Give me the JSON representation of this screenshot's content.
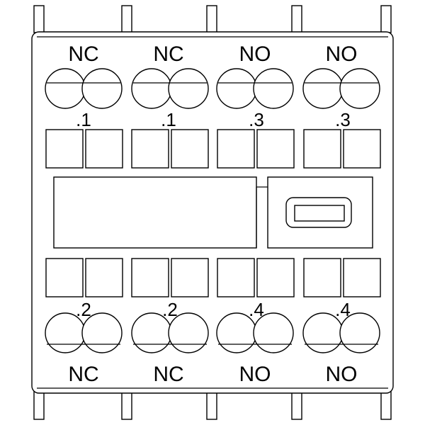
{
  "diagram": {
    "top_contacts": [
      {
        "type": "NC",
        "terminal": ".1"
      },
      {
        "type": "NC",
        "terminal": ".1"
      },
      {
        "type": "NO",
        "terminal": ".3"
      },
      {
        "type": "NO",
        "terminal": ".3"
      }
    ],
    "bottom_contacts": [
      {
        "type": "NC",
        "terminal": ".2"
      },
      {
        "type": "NC",
        "terminal": ".2"
      },
      {
        "type": "NO",
        "terminal": ".4"
      },
      {
        "type": "NO",
        "terminal": ".4"
      }
    ]
  }
}
